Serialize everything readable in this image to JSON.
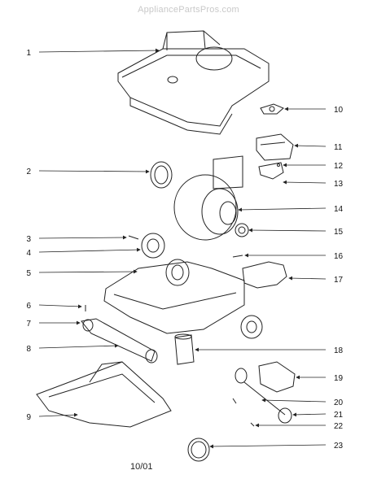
{
  "watermark": "AppliancePartsPros.com",
  "footer_text": "10/01",
  "callouts": [
    "1",
    "2",
    "3",
    "4",
    "5",
    "6",
    "7",
    "8",
    "9",
    "10",
    "11",
    "12",
    "13",
    "14",
    "15",
    "16",
    "17",
    "18",
    "19",
    "20",
    "21",
    "22",
    "23"
  ]
}
